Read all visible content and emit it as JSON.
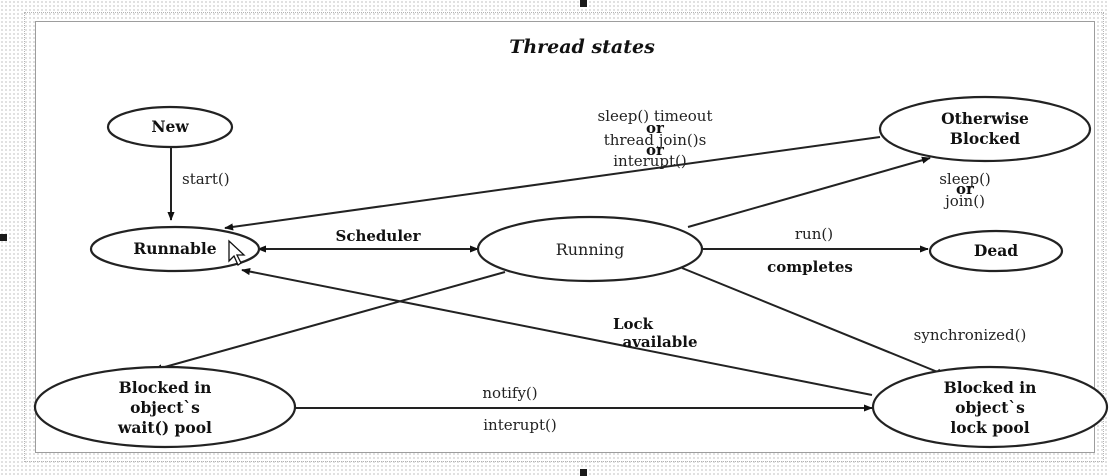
{
  "diagram": {
    "title": "Thread states",
    "nodes": {
      "new": "New",
      "runnable": "Runnable",
      "running": "Running",
      "dead": "Dead",
      "otherwise_blocked": [
        "Otherwise",
        "Blocked"
      ],
      "wait_pool": [
        "Blocked in",
        "object`s",
        "wait() pool"
      ],
      "lock_pool": [
        "Blocked in",
        "object`s",
        "lock pool"
      ]
    },
    "edges": {
      "start": "start()",
      "scheduler": "Scheduler",
      "run_completes": [
        "run()",
        "completes"
      ],
      "sleep_join": [
        "sleep()",
        "or",
        "join()"
      ],
      "timeout": [
        "sleep() timeout",
        "or",
        "thread join()s",
        "or",
        "interupt()"
      ],
      "lock_available": [
        "Lock",
        "available"
      ],
      "synchronized": "synchronized()",
      "notify": [
        "notify()",
        "interupt()"
      ]
    }
  }
}
